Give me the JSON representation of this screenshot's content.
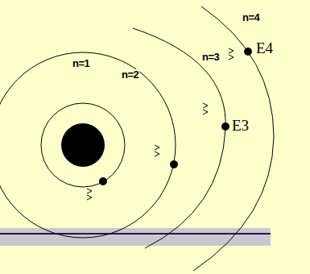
{
  "diagram": {
    "labels": [
      "n=1",
      "n=2",
      "n=3",
      "n=4",
      "E3",
      "E4"
    ]
  }
}
